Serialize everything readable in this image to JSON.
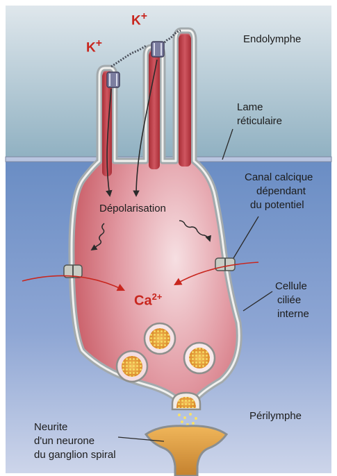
{
  "labels": {
    "k_left": "K",
    "k_right": "K",
    "k_charge": "+",
    "endolymphe": "Endolymphe",
    "lame_line1": "Lame",
    "lame_line2": "réticulaire",
    "canal_line1": "Canal calcique",
    "canal_line2": "dépendant",
    "canal_line3": "du potentiel",
    "depolarisation": "Dépolarisation",
    "ca_ion": "Ca",
    "ca_charge": "2+",
    "cellule_line1": "Cellule",
    "cellule_line2": "ciliée",
    "cellule_line3": "interne",
    "perilymphe": "Périlymphe",
    "neurite_line1": "Neurite",
    "neurite_line2": "d'un neurone",
    "neurite_line3": "du ganglion spiral"
  },
  "colors": {
    "endolymph_top": "#d9e3ea",
    "endolymph_bottom": "#8fb0c2",
    "perilymph_top": "#6f8fc4",
    "perilymph_bottom": "#c7d0e8",
    "cell_fill_dark": "#c2474f",
    "cell_fill_light": "#f3cdd1",
    "stereocilia": "#b8353c",
    "membrane": "#9aa3a6",
    "ion_red": "#c8261e",
    "vesicle_orange": "#e9a640",
    "neurite_orange": "#d99a3a"
  },
  "icons": {
    "channel": "ion-channel-icon",
    "vesicle": "synaptic-vesicle-icon",
    "tip_link": "tip-link-icon"
  }
}
